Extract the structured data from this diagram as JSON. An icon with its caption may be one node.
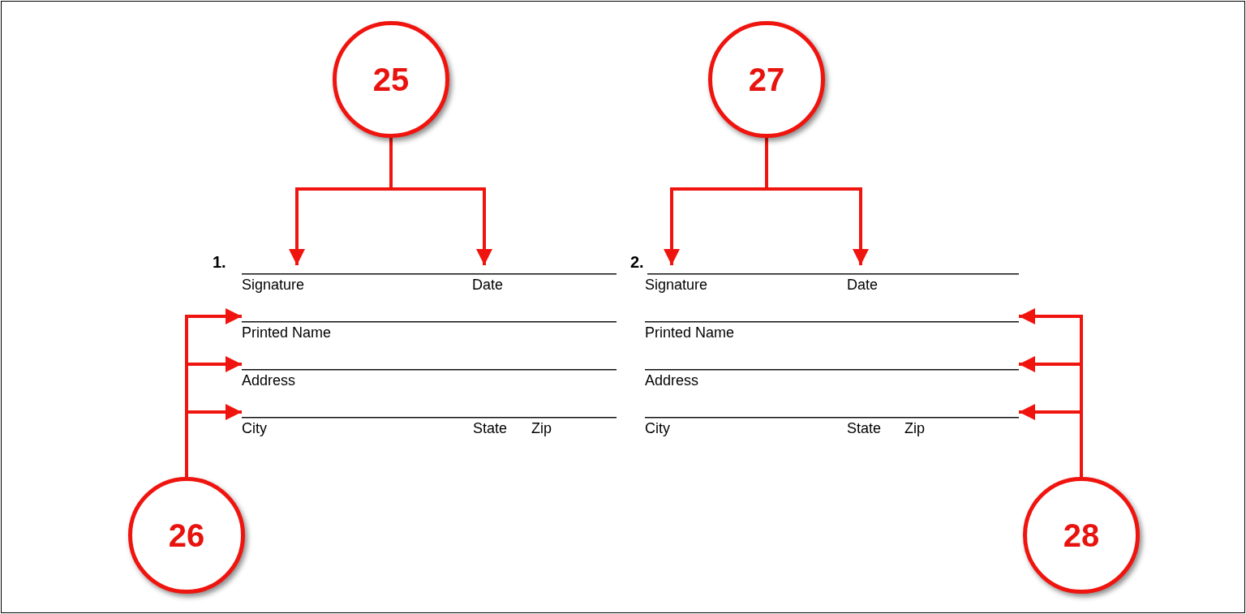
{
  "diagram": {
    "nodes": [
      {
        "text": [
          "25"
        ]
      },
      {
        "text": [
          "27"
        ]
      },
      {
        "text": [
          "Signature"
        ]
      },
      {
        "text": [
          "Date"
        ]
      },
      {
        "text": [
          "Signature"
        ]
      },
      {
        "text": [
          "Date"
        ]
      },
      {
        "text": [
          "Printed Name"
        ]
      },
      {
        "text": [
          "Printed Name"
        ]
      },
      {
        "text": [
          "Address"
        ]
      },
      {
        "text": [
          "Address"
        ]
      },
      {
        "text": [
          "City",
          "State",
          "Zip"
        ]
      },
      {
        "text": [
          "City",
          "State",
          "Zip"
        ]
      },
      {
        "text": [
          "26"
        ]
      },
      {
        "text": [
          "28"
        ]
      }
    ],
    "edges": [
      {
        "from": 0,
        "to": 2,
        "arrow": "to"
      },
      {
        "from": 0,
        "to": 3,
        "arrow": "to"
      },
      {
        "from": 1,
        "to": 4,
        "arrow": "to"
      },
      {
        "from": 1,
        "to": 5,
        "arrow": "to"
      },
      {
        "from": 12,
        "to": 6,
        "arrow": "to"
      },
      {
        "from": 12,
        "to": 8,
        "arrow": "to"
      },
      {
        "from": 12,
        "to": 10,
        "arrow": "to"
      },
      {
        "from": 13,
        "to": 7,
        "arrow": "to"
      },
      {
        "from": 13,
        "to": 9,
        "arrow": "to"
      },
      {
        "from": 13,
        "to": 11,
        "arrow": "to"
      }
    ],
    "labels": [
      "1.",
      "2."
    ]
  }
}
